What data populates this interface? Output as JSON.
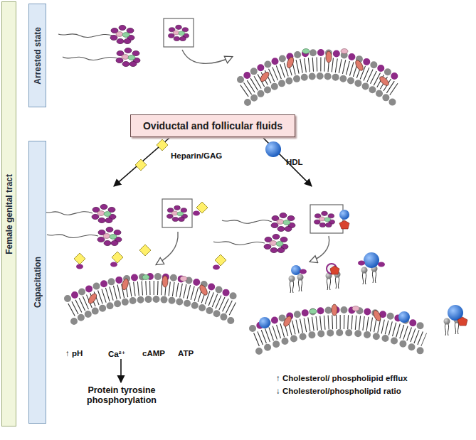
{
  "diagram": {
    "nodes": [
      {
        "text": [
          "Female genital tract"
        ]
      },
      {
        "text": [
          "Arrested state"
        ]
      },
      {
        "text": [
          "Capacitation"
        ]
      },
      {
        "text": [
          "Oviductal and follicular fluids"
        ]
      }
    ],
    "labels": [
      "Heparin/GAG",
      "HDL",
      "↑ pH",
      "Ca²⁺",
      "cAMP",
      "ATP",
      "Protein tyrosine phosphorylation",
      "↑ Cholesterol/ phospholipid efflux",
      "↓ Cholesterol/phospholipid ratio"
    ]
  }
}
